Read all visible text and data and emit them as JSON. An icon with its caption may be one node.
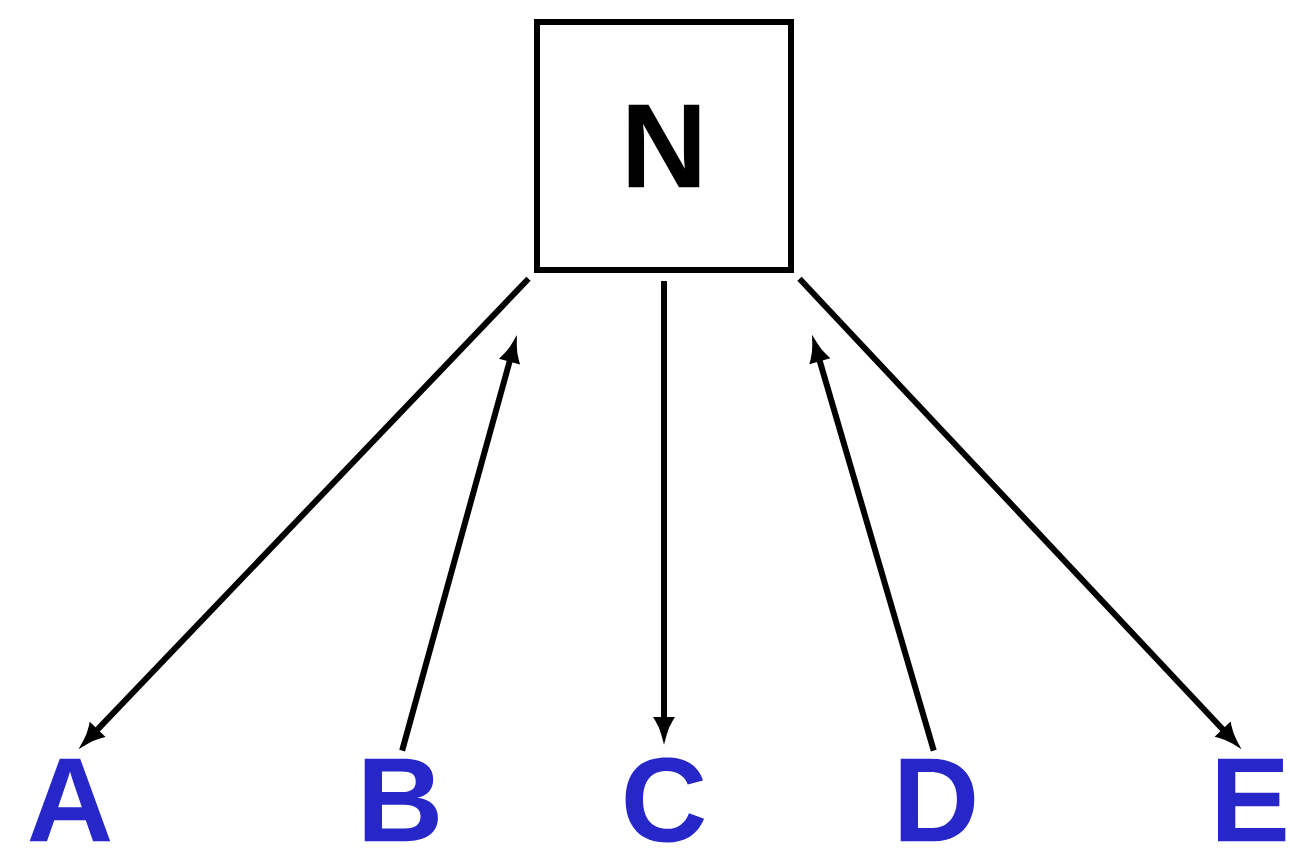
{
  "diagram": {
    "nodes": [
      {
        "text": [
          "N"
        ]
      },
      {
        "text": [
          "A"
        ]
      },
      {
        "text": [
          "B"
        ]
      },
      {
        "text": [
          "C"
        ]
      },
      {
        "text": [
          "D"
        ]
      },
      {
        "text": [
          "E"
        ]
      }
    ],
    "edges": [
      {
        "from": 0,
        "to": 1,
        "arrow": "to"
      },
      {
        "from": 2,
        "to": 0,
        "arrow": "to"
      },
      {
        "from": 0,
        "to": 3,
        "arrow": "to"
      },
      {
        "from": 4,
        "to": 0,
        "arrow": "to"
      },
      {
        "from": 0,
        "to": 5,
        "arrow": "to"
      }
    ]
  }
}
